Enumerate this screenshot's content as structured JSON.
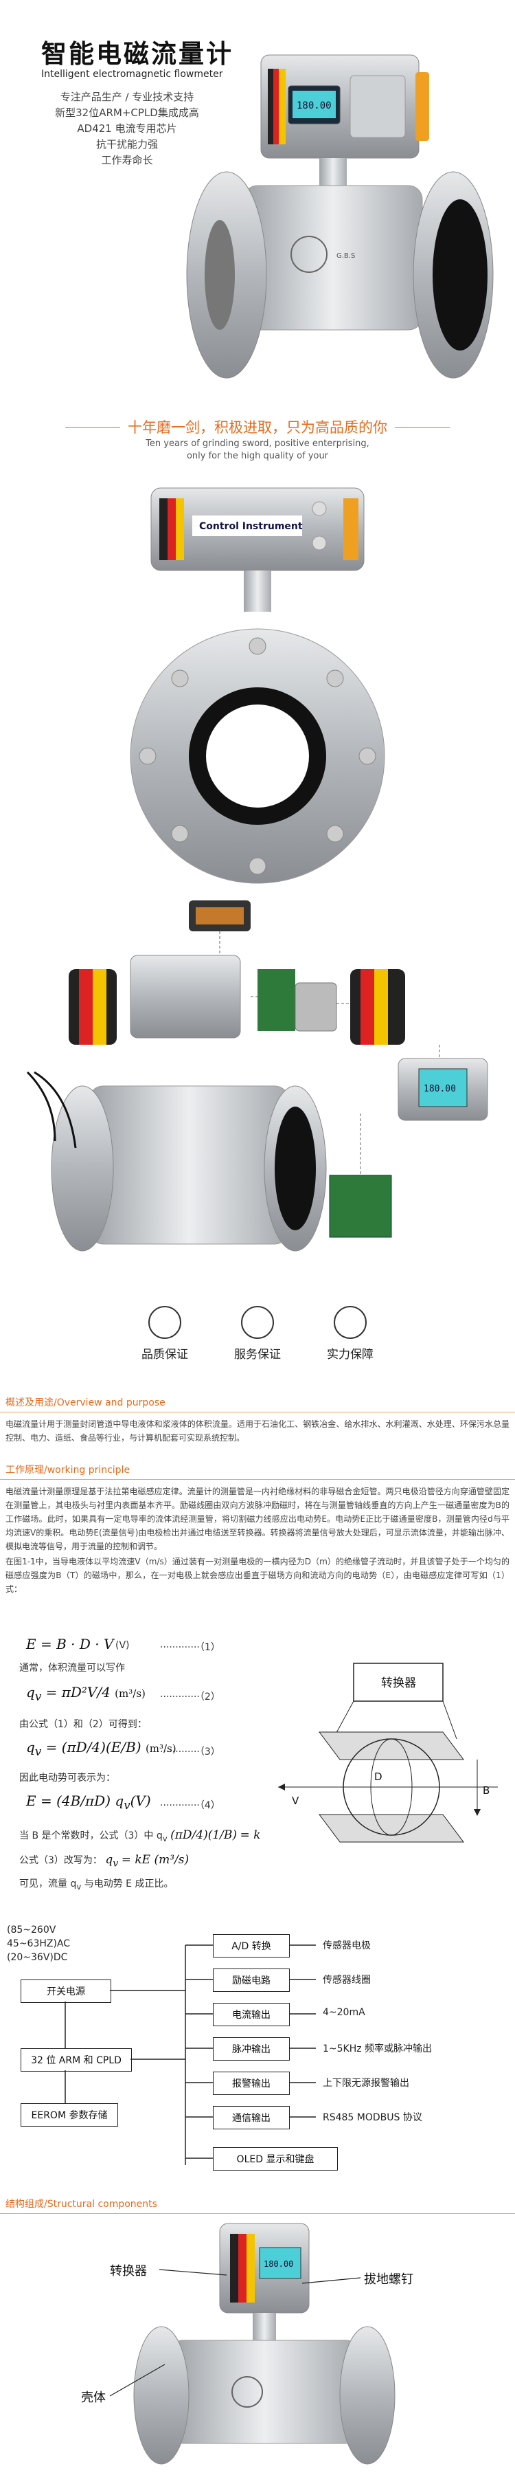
{
  "hero": {
    "title": "智能电磁流量计",
    "subtitle": "Intelligent electromagnetic flowmeter",
    "features": [
      "专注产品生产 / 专业技术支持",
      "新型32位ARM+CPLD集成成高",
      "AD421 电流专用芯片",
      "抗干扰能力强",
      "工作寿命长"
    ],
    "display_value": "180.00",
    "badge": "G.B.S"
  },
  "slogan": {
    "cn": "十年磨一剑，积极进取，只为高品质的你",
    "en_line1": "Ten years of grinding sword, positive enterprising,",
    "en_line2": "only for the high quality of your"
  },
  "brand_label": "Control Instrument",
  "guarantees": [
    {
      "label": "品质保证"
    },
    {
      "label": "服务保证"
    },
    {
      "label": "实力保障"
    }
  ],
  "overview": {
    "heading": "概述及用途/Overview and purpose",
    "text": "电磁流量计用于测量封闭管道中导电液体和浆液体的体积流量。适用于石油化工、钢铁冶金、给水排水、水利灌溉、水处理、环保污水总量控制、电力、造纸、食品等行业，与计算机配套可实现系统控制。"
  },
  "principle": {
    "heading": "工作原理/working principle",
    "text": "电磁流量计测量原理是基于法拉第电磁感应定律。流量计的测量管是一内衬绝缘材料的非导磁合金短管。两只电极沿管径方向穿通管壁固定在测量管上，其电极头与衬里内表面基本齐平。励磁线圈由双向方波脉冲励磁时，将在与测量管轴线垂直的方向上产生一磁通量密度为B的工作磁场。此时，如果具有一定电导率的流体流经测量管，将切割磁力线感应出电动势E。电动势E正比于磁通量密度B，测量管内径d与平均流速V的乘积。电动势E(流量信号)由电极检出并通过电缆送至转换器。转换器将流量信号放大处理后，可显示流体流量，并能输出脉冲、模拟电流等信号，用于流量的控制和调节。",
    "text2": "在图1-1中，当导电液体以平均流速V（m/s）通过装有一对测量电极的一横内径为D（m）的绝缘管子流动时，并且该管子处于一个均匀的磁感应强度为B（T）的磁场中，那么，在一对电极上就会感应出垂直于磁场方向和流动方向的电动势（E），由电磁感应定律可写如（1）式："
  },
  "equations": {
    "eq1": "E = B · D · V",
    "eq1_unit": "(V)",
    "eq1_no": "·············（1）",
    "usually": "通常，体积流量可以写作",
    "eq2_no": "·············（2）",
    "combine": "由公式（1）和（2）可得到：",
    "eq3_no": "·············（3）",
    "hence": "因此电动势可表示为：",
    "eq4_no": "·············（4）",
    "when_b": "当 B 是个常数时，公式（3）中",
    "eq5_expr": "= k",
    "rewrite": "公式（3）改写为：",
    "rewrite_expr": "= kE (m³/s)",
    "conclusion": "可见，流量 q",
    "conclusion2": "与电动势 E 成正比。"
  },
  "schematic": {
    "converter_label": "转换器",
    "b_label": "B",
    "v_label": "V",
    "d_label": "D"
  },
  "block_diagram": {
    "power_specs": [
      "(85~260V",
      "45~63HZ)AC",
      "(20~36V)DC"
    ],
    "left_boxes": [
      "开关电源",
      "32 位 ARM 和 CPLD",
      "EEROM 参数存储"
    ],
    "right_boxes": [
      "A/D 转换",
      "励磁电路",
      "电流输出",
      "脉冲输出",
      "报警输出",
      "通信输出",
      "OLED 显示和键盘"
    ],
    "outputs": [
      "传感器电极",
      "传感器线圈",
      "4~20mA",
      "1~5KHz 频率或脉冲输出",
      "上下限无源报警输出",
      "RS485 MODBUS 协议"
    ]
  },
  "structure": {
    "heading": "结构组成/Structural components",
    "converter": "转换器",
    "nut": "拔地螺钉",
    "shell": "壳体"
  }
}
